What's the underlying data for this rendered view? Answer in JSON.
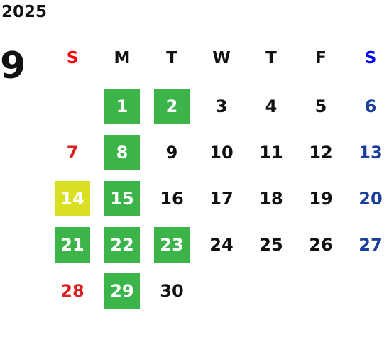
{
  "year": "2025",
  "month": "9",
  "colors": {
    "sunday_header": "#ff0000",
    "saturday_header": "#0000ff",
    "sunday_date": "#dd2020",
    "saturday_date": "#1a3f9a",
    "highlight_green": "#3bb44a",
    "highlight_yellow": "#d9e021",
    "text": "#111111"
  },
  "weekdays": [
    "S",
    "M",
    "T",
    "W",
    "T",
    "F",
    "S"
  ],
  "weeks": [
    [
      {
        "day": ""
      },
      {
        "day": "1",
        "highlight": "green"
      },
      {
        "day": "2",
        "highlight": "green"
      },
      {
        "day": "3"
      },
      {
        "day": "4"
      },
      {
        "day": "5"
      },
      {
        "day": "6"
      }
    ],
    [
      {
        "day": "7"
      },
      {
        "day": "8",
        "highlight": "green"
      },
      {
        "day": "9"
      },
      {
        "day": "10"
      },
      {
        "day": "11"
      },
      {
        "day": "12"
      },
      {
        "day": "13"
      }
    ],
    [
      {
        "day": "14",
        "highlight": "yellow"
      },
      {
        "day": "15",
        "highlight": "green"
      },
      {
        "day": "16"
      },
      {
        "day": "17"
      },
      {
        "day": "18"
      },
      {
        "day": "19"
      },
      {
        "day": "20"
      }
    ],
    [
      {
        "day": "21",
        "highlight": "green"
      },
      {
        "day": "22",
        "highlight": "green"
      },
      {
        "day": "23",
        "highlight": "green"
      },
      {
        "day": "24"
      },
      {
        "day": "25"
      },
      {
        "day": "26"
      },
      {
        "day": "27"
      }
    ],
    [
      {
        "day": "28"
      },
      {
        "day": "29",
        "highlight": "green"
      },
      {
        "day": "30"
      },
      {
        "day": ""
      },
      {
        "day": ""
      },
      {
        "day": ""
      },
      {
        "day": ""
      }
    ]
  ]
}
